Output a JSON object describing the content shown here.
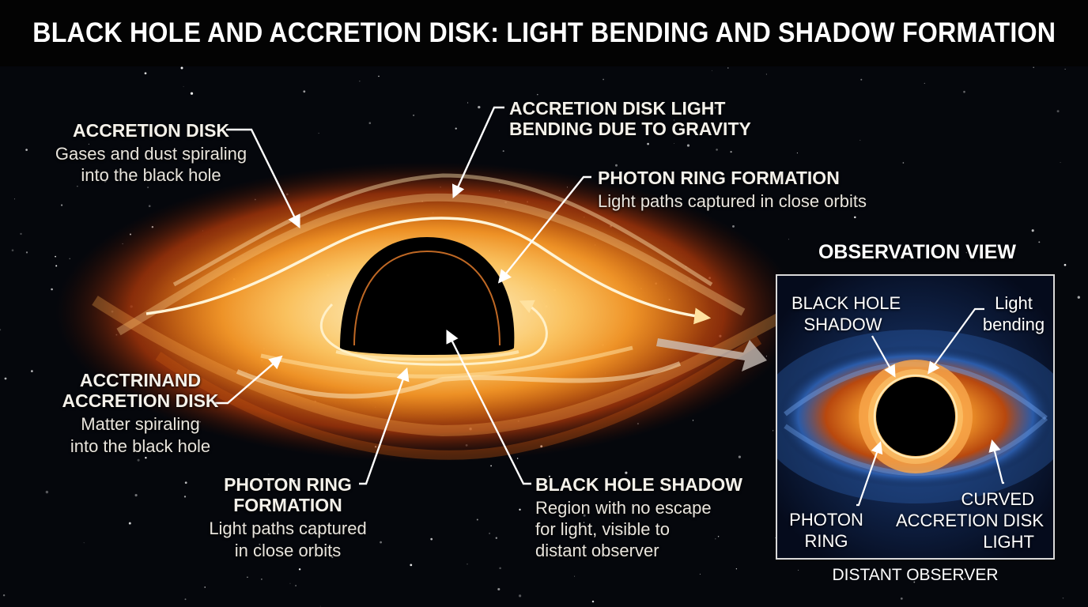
{
  "title": "BLACK HOLE AND ACCRETION DISK: LIGHT BENDING AND SHADOW FORMATION",
  "labels": {
    "accretion_disk": {
      "heading": "ACCRETION DISK",
      "description_line1": "Gases and dust spiraling",
      "description_line2": "into the black hole"
    },
    "light_bending": {
      "heading_line1": "ACCRETION DISK LIGHT",
      "heading_line2": "BENDING DUE TO GRAVITY"
    },
    "photon_ring_top": {
      "heading": "PHOTON RING FORMATION",
      "description": "Light paths captured in close orbits"
    },
    "accretion_disk_lower": {
      "heading_line1": "ACCTRINAND",
      "heading_line2": "ACCRETION DISK",
      "description_line1": "Matter spiraling",
      "description_line2": "into the black hole"
    },
    "photon_ring_bottom": {
      "heading_line1": "PHOTON RING",
      "heading_line2": "FORMATION",
      "description_line1": "Light paths captured",
      "description_line2": "in close orbits"
    },
    "shadow": {
      "heading": "BLACK HOLE SHADOW",
      "description_line1": "Region with no escape",
      "description_line2": "for light, visible to",
      "description_line3": "distant observer"
    }
  },
  "observation_view": {
    "title": "OBSERVATION VIEW",
    "shadow_label_line1": "BLACK HOLE",
    "shadow_label_line2": "SHADOW",
    "bending_label_line1": "Light",
    "bending_label_line2": "bending",
    "photon_label_line1": "PHOTON",
    "photon_label_line2": "RING",
    "curved_label_line1": "CURVED",
    "curved_label_line2": "ACCRETION DISK",
    "curved_label_line3": "LIGHT",
    "caption": "DISTANT OBSERVER"
  },
  "colors": {
    "background": "#05070c",
    "disk_core": "#fff1b8",
    "disk_mid": "#f08a1c",
    "disk_outer": "#a8360a",
    "shadow": "#000000",
    "ring": "#e07a2a",
    "observation_glow": "#2f64b8"
  }
}
